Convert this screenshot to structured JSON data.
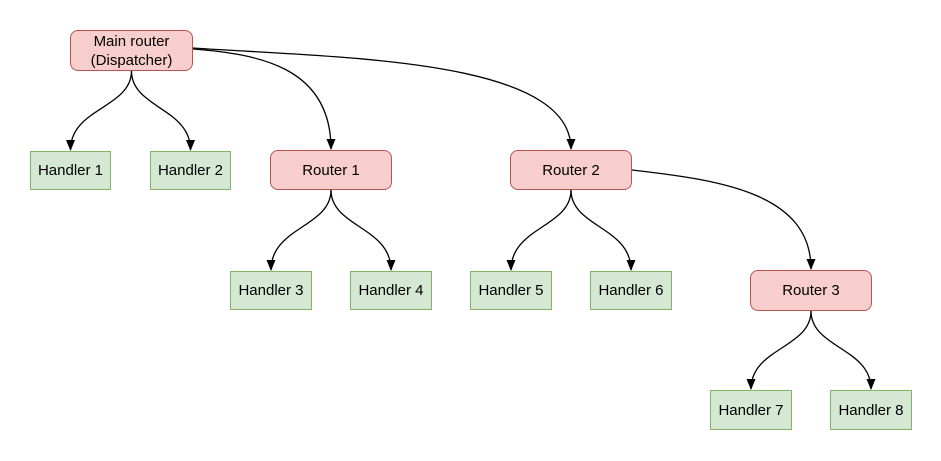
{
  "diagram": {
    "nodes": [
      {
        "id": "main-router",
        "label": "Main router\n(Dispatcher)",
        "type": "router"
      },
      {
        "id": "handler-1",
        "label": "Handler 1",
        "type": "handler"
      },
      {
        "id": "handler-2",
        "label": "Handler 2",
        "type": "handler"
      },
      {
        "id": "router-1",
        "label": "Router 1",
        "type": "router"
      },
      {
        "id": "router-2",
        "label": "Router 2",
        "type": "router"
      },
      {
        "id": "handler-3",
        "label": "Handler 3",
        "type": "handler"
      },
      {
        "id": "handler-4",
        "label": "Handler 4",
        "type": "handler"
      },
      {
        "id": "handler-5",
        "label": "Handler 5",
        "type": "handler"
      },
      {
        "id": "handler-6",
        "label": "Handler 6",
        "type": "handler"
      },
      {
        "id": "router-3",
        "label": "Router 3",
        "type": "router"
      },
      {
        "id": "handler-7",
        "label": "Handler 7",
        "type": "handler"
      },
      {
        "id": "handler-8",
        "label": "Handler 8",
        "type": "handler"
      }
    ],
    "edges": [
      {
        "from": "main-router",
        "to": "handler-1"
      },
      {
        "from": "main-router",
        "to": "handler-2"
      },
      {
        "from": "main-router",
        "to": "router-1"
      },
      {
        "from": "main-router",
        "to": "router-2"
      },
      {
        "from": "router-1",
        "to": "handler-3"
      },
      {
        "from": "router-1",
        "to": "handler-4"
      },
      {
        "from": "router-2",
        "to": "handler-5"
      },
      {
        "from": "router-2",
        "to": "handler-6"
      },
      {
        "from": "router-2",
        "to": "router-3"
      },
      {
        "from": "router-3",
        "to": "handler-7"
      },
      {
        "from": "router-3",
        "to": "handler-8"
      }
    ],
    "colors": {
      "router_fill": "#f8cecc",
      "router_border": "#b85450",
      "handler_fill": "#d5e8d4",
      "handler_border": "#82b366",
      "edge": "#000000",
      "text": "#000000",
      "background": "#ffffff"
    }
  }
}
